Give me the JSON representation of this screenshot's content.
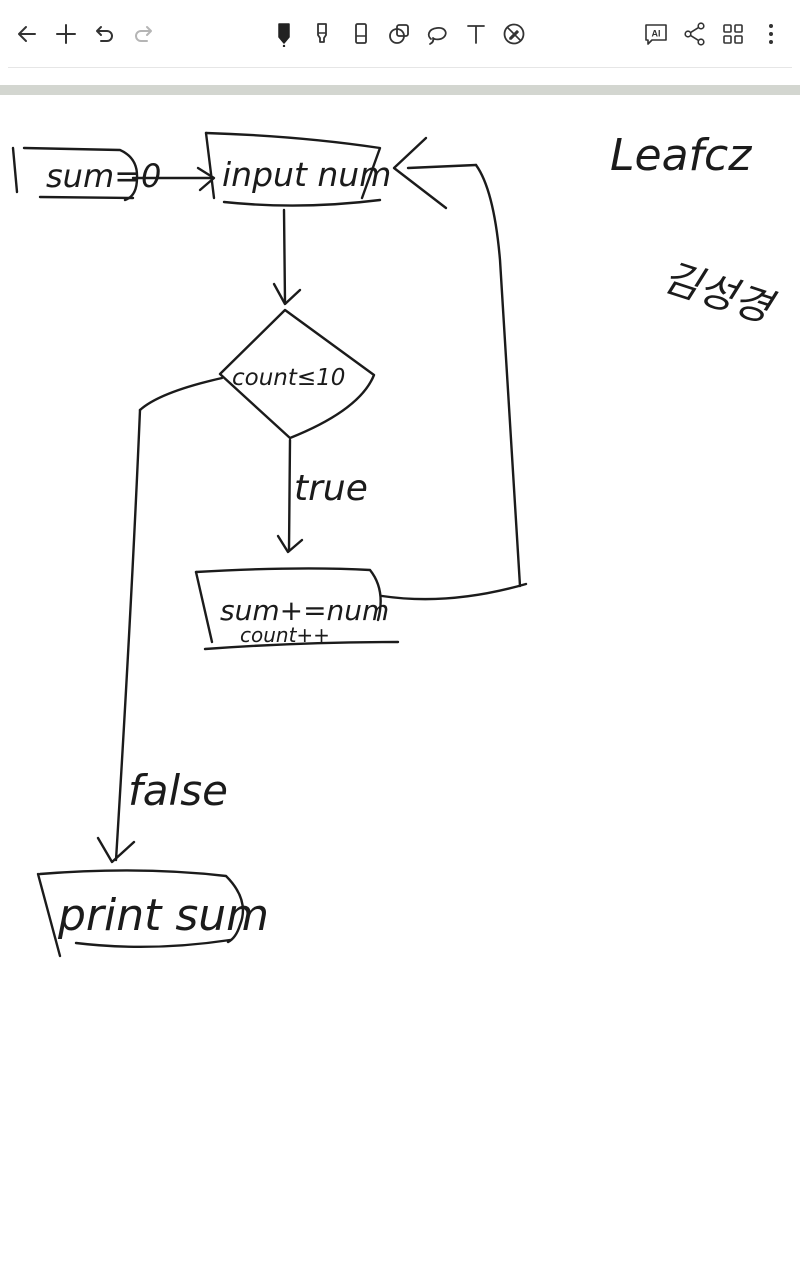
{
  "toolbar": {
    "left": [
      {
        "name": "back-button",
        "icon": "arrow-left-icon"
      },
      {
        "name": "add-button",
        "icon": "plus-icon"
      },
      {
        "name": "undo-button",
        "icon": "undo-icon"
      },
      {
        "name": "redo-button",
        "icon": "redo-icon",
        "disabled": true
      }
    ],
    "center": [
      {
        "name": "pen-tool",
        "icon": "pen-icon",
        "selected": true
      },
      {
        "name": "highlighter-tool",
        "icon": "highlighter-icon"
      },
      {
        "name": "eraser-tool",
        "icon": "eraser-icon"
      },
      {
        "name": "shape-tool",
        "icon": "shapes-icon"
      },
      {
        "name": "lasso-tool",
        "icon": "lasso-icon"
      },
      {
        "name": "text-tool",
        "icon": "text-icon"
      },
      {
        "name": "disable-pen-tool",
        "icon": "pen-off-icon"
      }
    ],
    "right": [
      {
        "name": "ai-button",
        "icon": "ai-icon",
        "label": "AI"
      },
      {
        "name": "share-button",
        "icon": "share-icon"
      },
      {
        "name": "pages-grid-button",
        "icon": "grid-icon"
      },
      {
        "name": "more-options-button",
        "icon": "more-vertical-icon"
      }
    ]
  },
  "flowchart": {
    "start_label": "sum=0",
    "input_label": "input num",
    "decision_label": "count≤10",
    "true_label": "true",
    "process_line1": "sum+=num",
    "process_line2": "count++",
    "false_label": "false",
    "output_label": "print sum"
  },
  "notes": {
    "top_right": "Leafcz",
    "korean_note": "김성경"
  },
  "colors": {
    "ink": "#1b1b1b",
    "page_strip": "#d3d6d0",
    "toolbar_icon": "#333333",
    "disabled_icon": "#b5b5b5"
  }
}
